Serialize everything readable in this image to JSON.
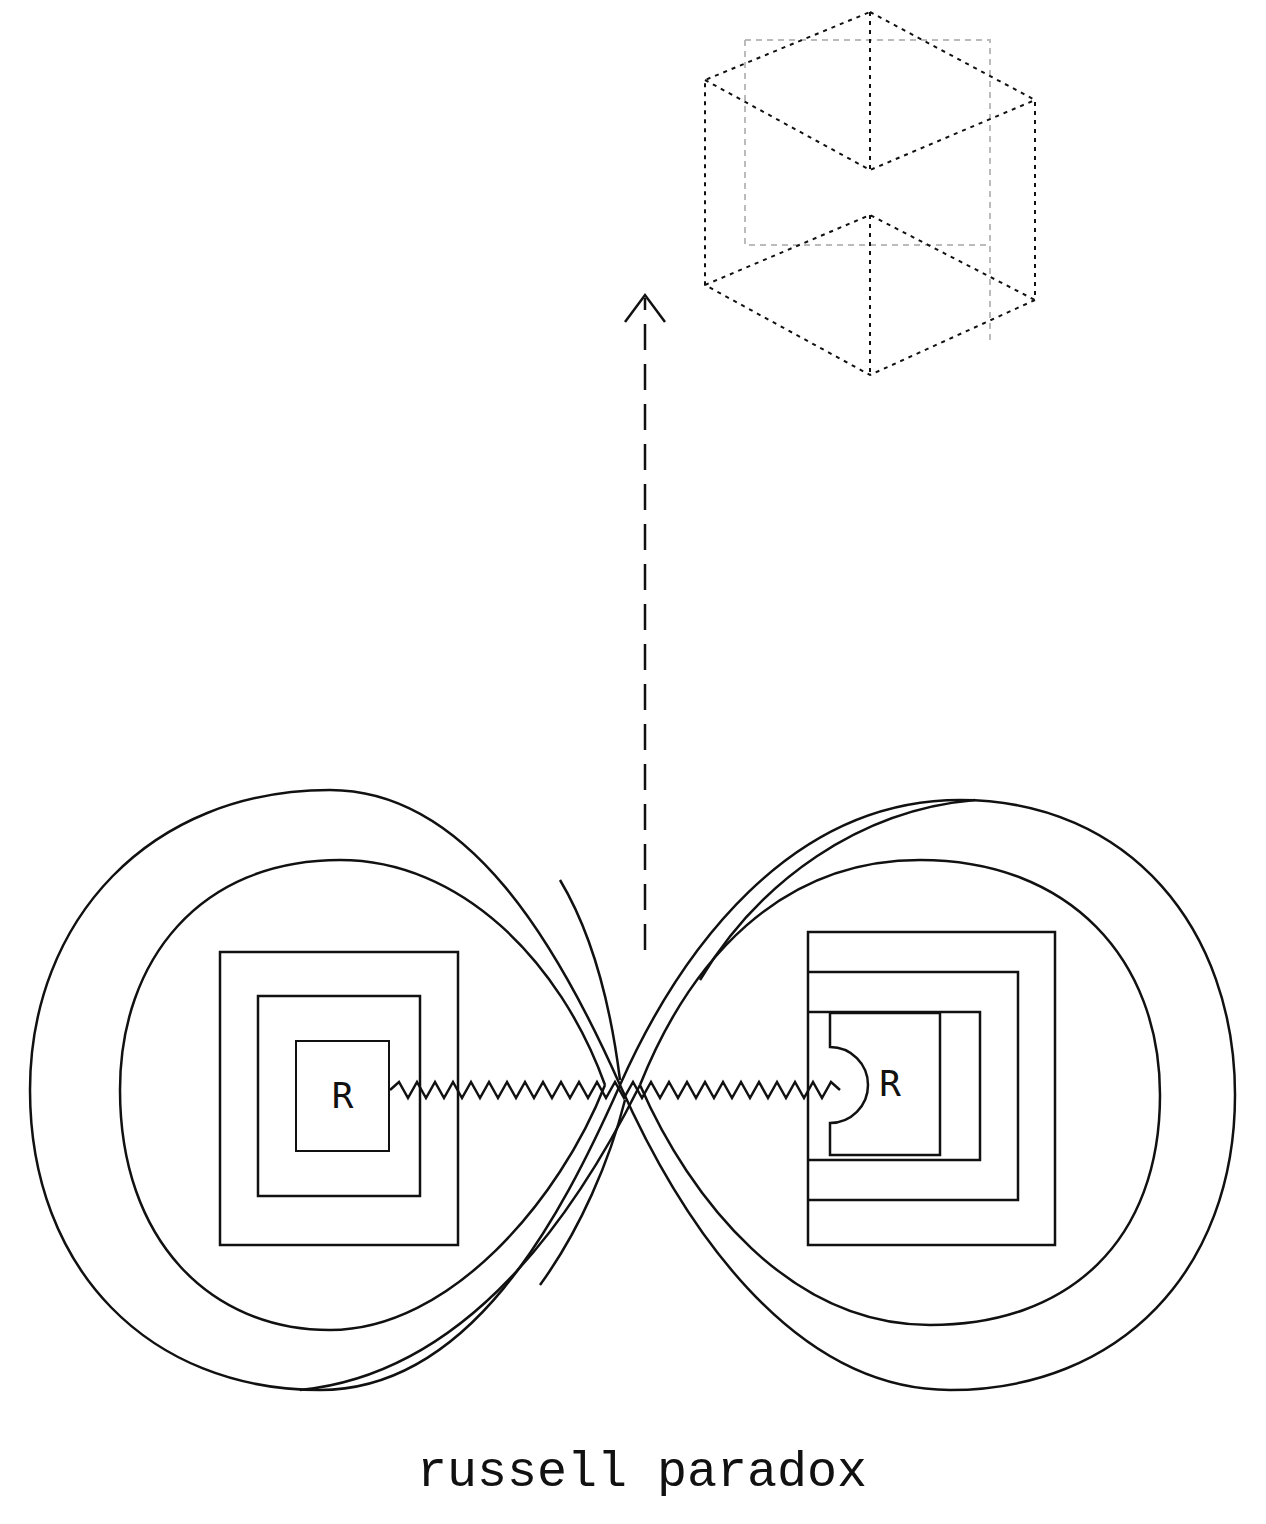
{
  "diagram": {
    "caption": "russell paradox",
    "nodes": [
      {
        "text": [
          "R"
        ]
      },
      {
        "text": [
          "R"
        ]
      }
    ],
    "edges": [
      {
        "from": 0,
        "to": 1,
        "arrow": "none"
      }
    ]
  }
}
